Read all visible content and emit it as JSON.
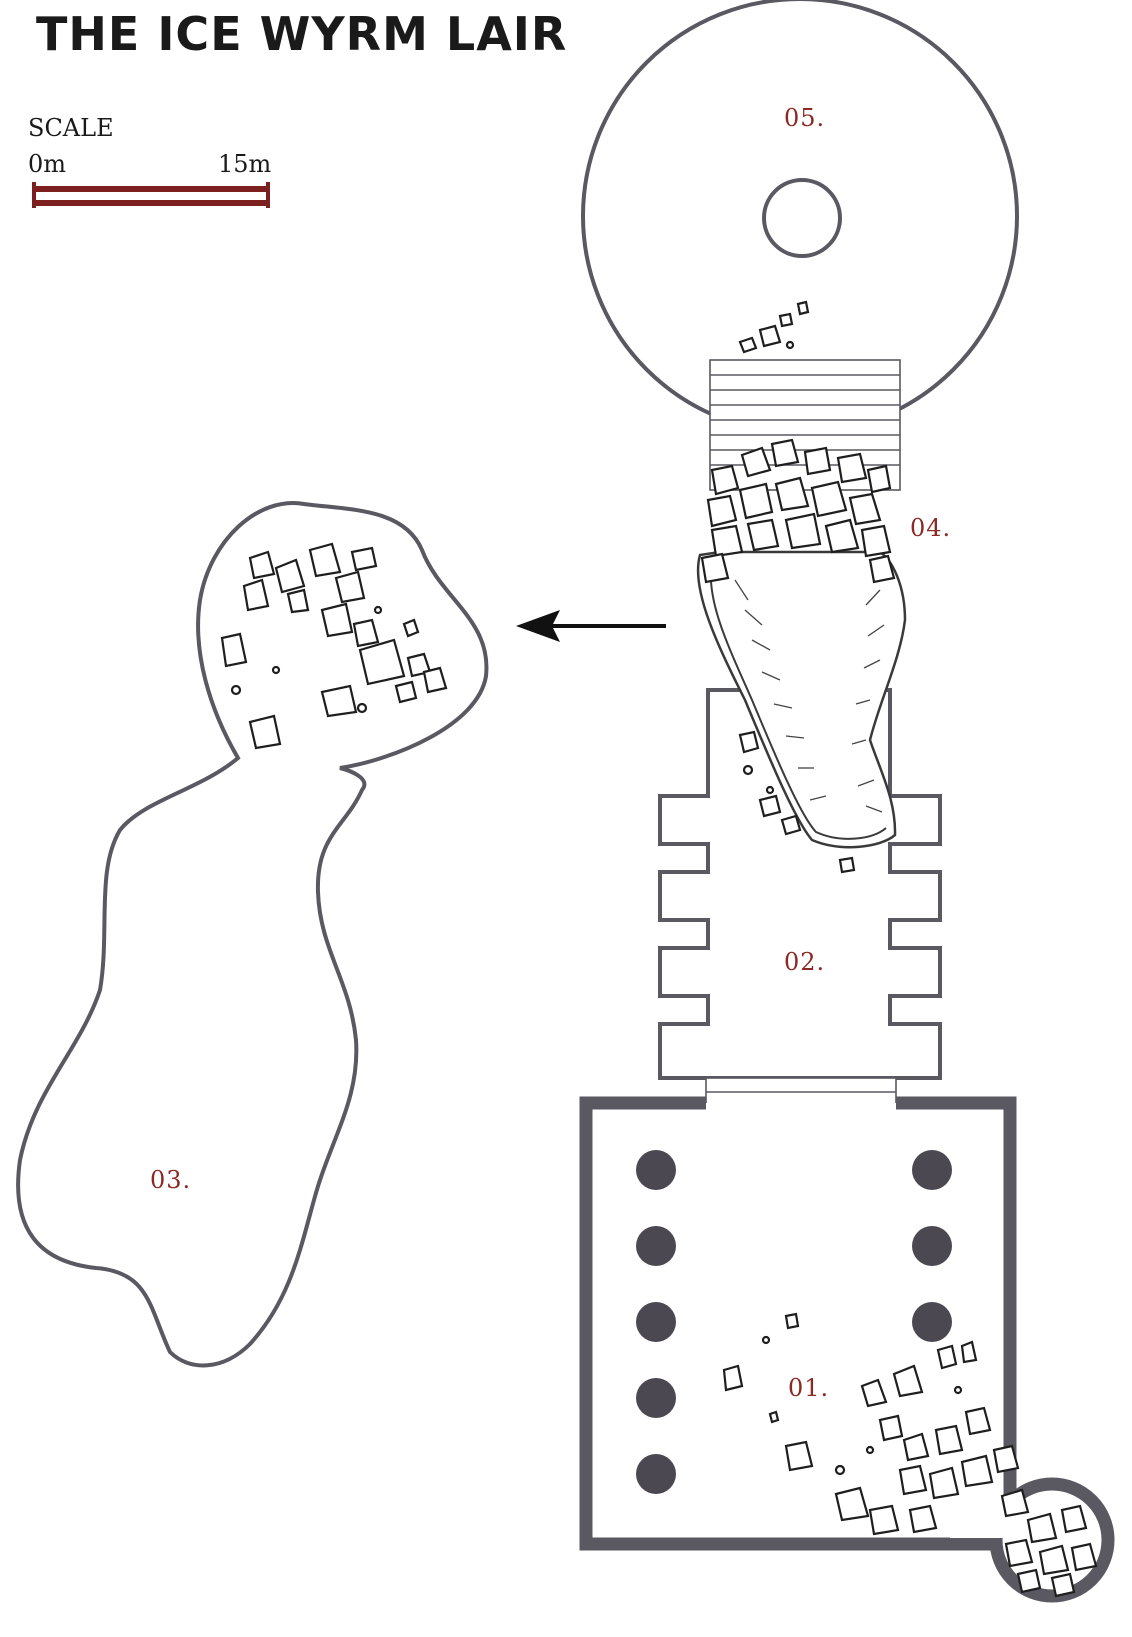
{
  "title": "THE ICE WYRM LAIR",
  "scale": {
    "heading": "SCALE",
    "start_label": "0m",
    "end_label": "15m",
    "length_m": 15
  },
  "colors": {
    "wall": "#5a5860",
    "label": "#8b2a24",
    "scale_bar": "#7b1f1f",
    "rubble": "#1e1e1e"
  },
  "rooms": [
    {
      "id": "01",
      "label": "01."
    },
    {
      "id": "02",
      "label": "02."
    },
    {
      "id": "03",
      "label": "03."
    },
    {
      "id": "04",
      "label": "04."
    },
    {
      "id": "05",
      "label": "05."
    }
  ],
  "icons": [
    "arrow-left-icon",
    "pillar-icon",
    "stairs-icon",
    "rubble-icon"
  ]
}
